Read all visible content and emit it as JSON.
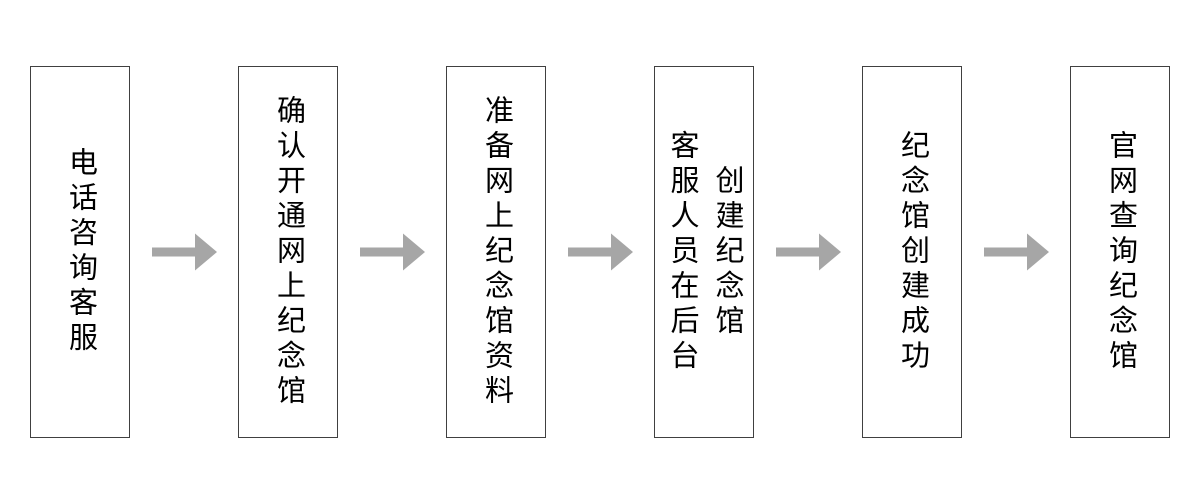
{
  "flow": {
    "steps": [
      {
        "columns": [
          "电话咨询客服"
        ]
      },
      {
        "columns": [
          "确认开通网上纪念馆"
        ]
      },
      {
        "columns": [
          "准备网上纪念馆资料"
        ]
      },
      {
        "columns": [
          "客服人员在后台",
          "创建纪念馆"
        ]
      },
      {
        "columns": [
          "纪念馆创建成功"
        ]
      },
      {
        "columns": [
          "官网查询纪念馆"
        ]
      }
    ],
    "colors": {
      "arrow": "#a6a6a6",
      "box_border": "#404040",
      "text": "#000000",
      "background": "#ffffff"
    }
  }
}
